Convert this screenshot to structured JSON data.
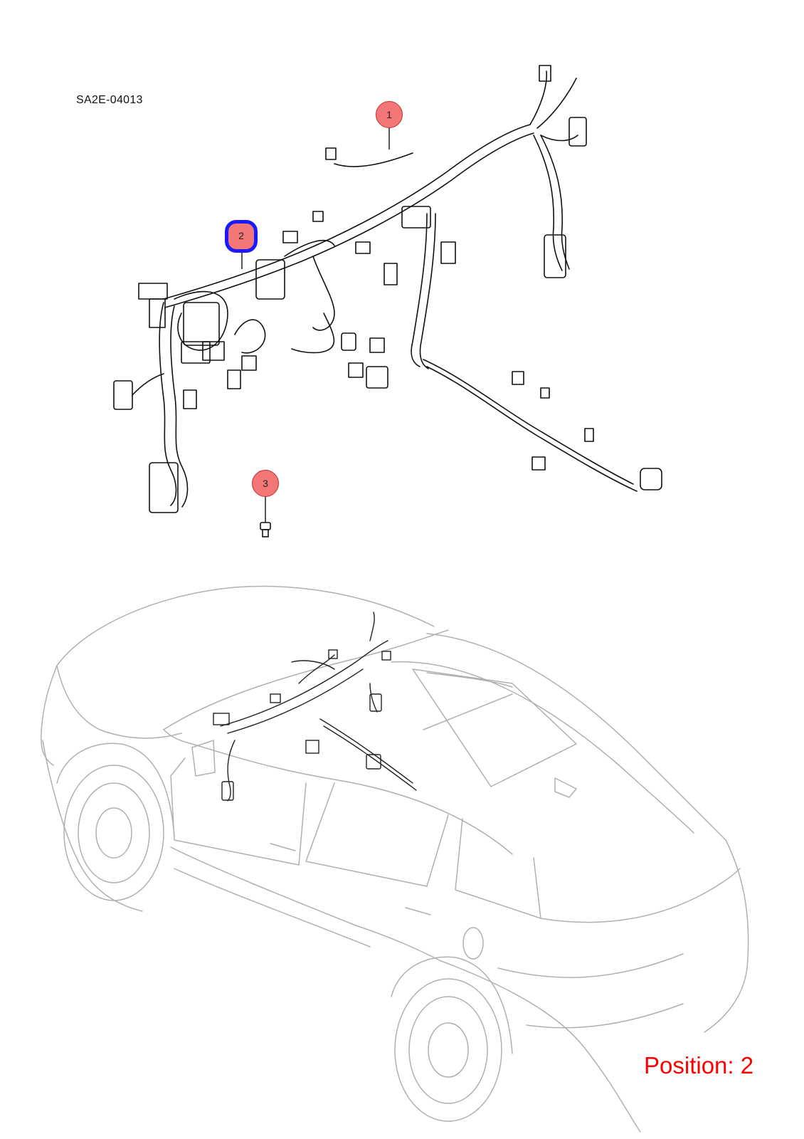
{
  "diagram": {
    "id_label": "SA2E-04013",
    "position_label": "Position: 2",
    "callouts": [
      {
        "number": "1",
        "selected": false
      },
      {
        "number": "2",
        "selected": true
      },
      {
        "number": "3",
        "selected": false
      }
    ]
  },
  "colors": {
    "callout_fill": "#f47777",
    "selected_outline": "#1a1aff",
    "position_text": "#ff0000",
    "line_art": "#111111",
    "car_outline": "#b0b0b0"
  }
}
